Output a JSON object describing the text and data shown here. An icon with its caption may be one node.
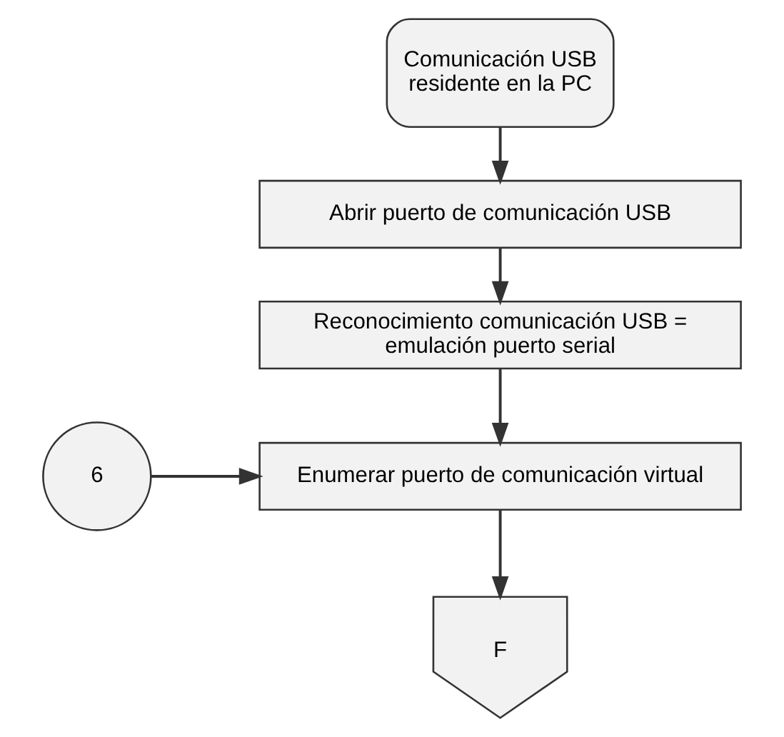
{
  "diagram": {
    "nodes": [
      {
        "text": [
          "Comunicación USB residente en la PC"
        ]
      },
      {
        "text": [
          "Abrir puerto de comunicación USB"
        ]
      },
      {
        "text": [
          "Reconocimiento comunicación USB = emulación puerto serial"
        ]
      },
      {
        "text": [
          "6"
        ]
      },
      {
        "text": [
          "Enumerar puerto de comunicación virtual"
        ]
      },
      {
        "text": [
          "F"
        ]
      }
    ],
    "edges": [
      {
        "from": 0,
        "to": 1,
        "arrow": "to"
      },
      {
        "from": 1,
        "to": 2,
        "arrow": "to"
      },
      {
        "from": 2,
        "to": 4,
        "arrow": "to"
      },
      {
        "from": 3,
        "to": 4,
        "arrow": "to"
      },
      {
        "from": 4,
        "to": 5,
        "arrow": "to"
      }
    ]
  }
}
